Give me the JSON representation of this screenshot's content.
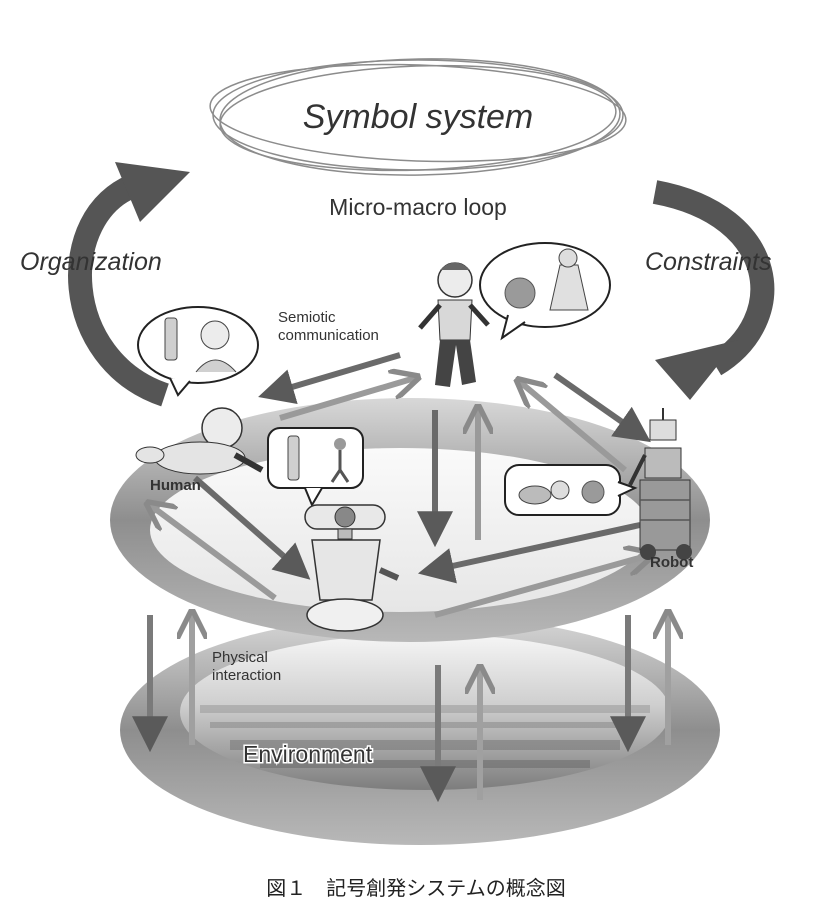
{
  "diagram": {
    "symbol_system": "Symbol system",
    "micro_macro_loop": "Micro-macro loop",
    "organization": "Organization",
    "constraints": "Constraints",
    "semiotic_communication": [
      "Semiotic",
      "communication"
    ],
    "physical_interaction": [
      "Physical",
      "interaction"
    ],
    "human": "Human",
    "robot": "Robot",
    "environment": "Environment"
  },
  "caption": "図１　記号創発システムの概念図",
  "colors": {
    "arrow": "#5a5a5a",
    "ring": "#9a9a9a",
    "ring_light": "#e4e4e4",
    "text": "#333333"
  }
}
